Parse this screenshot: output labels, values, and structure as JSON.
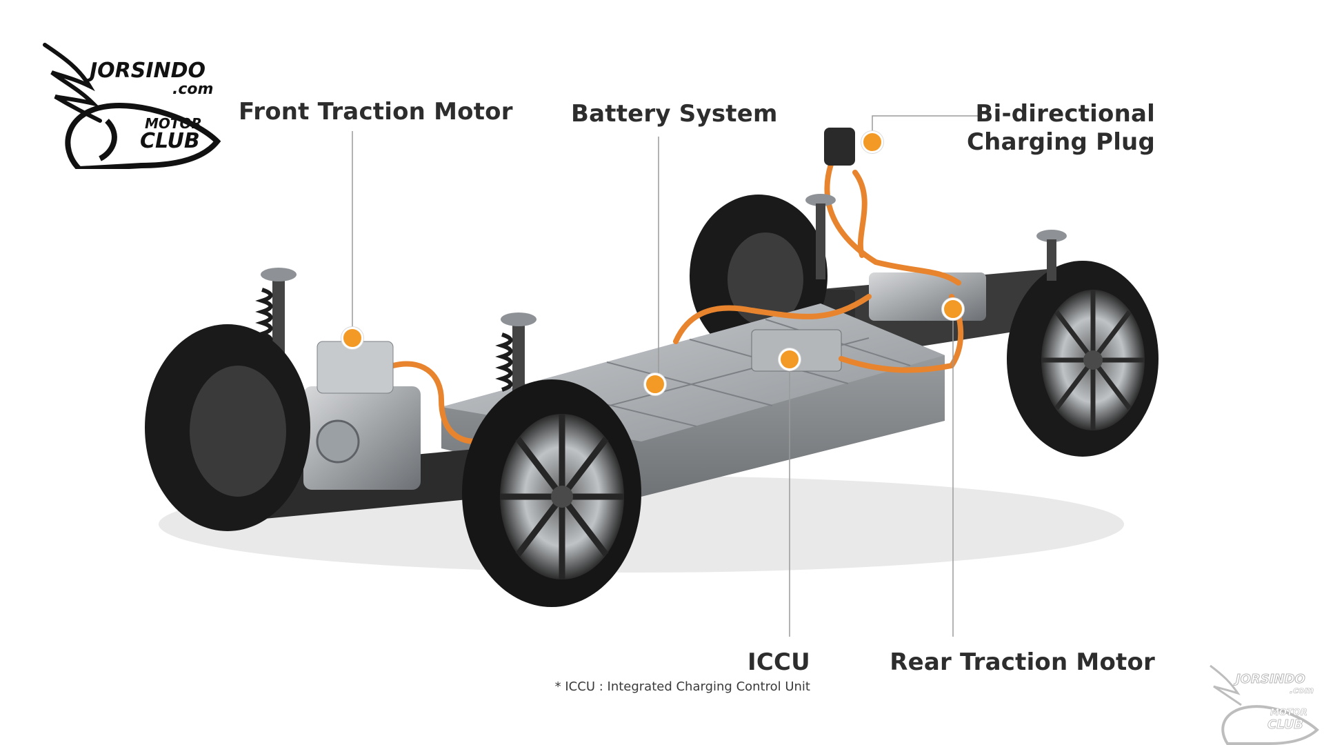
{
  "logo_top": {
    "brand": "JORSINDO",
    "domain": ".com",
    "club_line1": "MOTOR",
    "club_line2": "CLUB"
  },
  "logo_bottom": {
    "brand": "JORSINDO",
    "domain": ".com",
    "club_line1": "MOTOR",
    "club_line2": "CLUB"
  },
  "labels": {
    "front_motor": "Front Traction Motor",
    "battery": "Battery System",
    "bidirectional_line1": "Bi-directional",
    "bidirectional_line2": "Charging Plug",
    "iccu": "ICCU",
    "iccu_note": "* ICCU : Integrated Charging Control Unit",
    "rear_motor": "Rear Traction Motor"
  },
  "colors": {
    "accent_orange": "#f39a26",
    "leader_line": "#9a9a9a",
    "tire": "#1a1a1a",
    "battery_pack": "#a9acae",
    "cable": "#e8842e"
  }
}
